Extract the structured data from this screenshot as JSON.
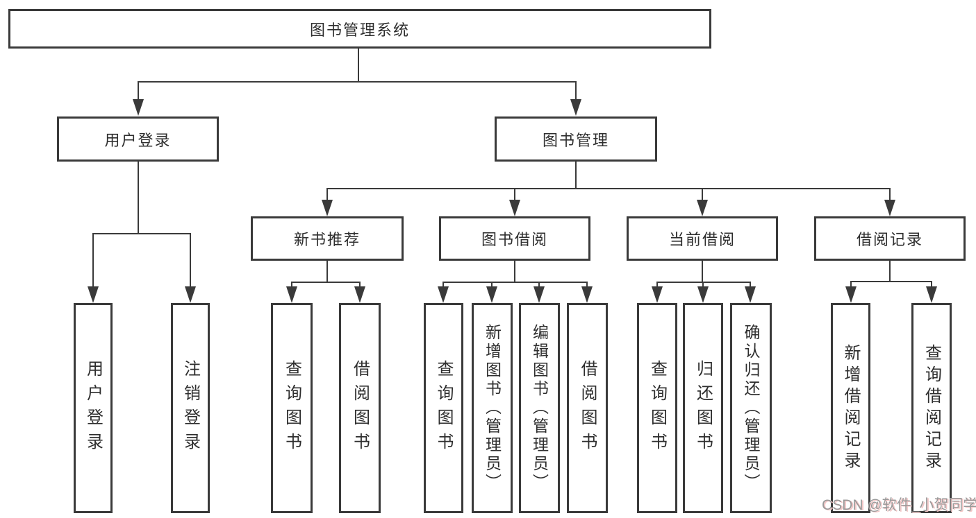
{
  "tree": {
    "root": "图书管理系统",
    "branches": [
      {
        "label": "用户登录",
        "children": [
          "用户登录",
          "注销登录"
        ]
      },
      {
        "label": "图书管理",
        "groups": [
          {
            "label": "新书推荐",
            "children": [
              "查询图书",
              "借阅图书"
            ]
          },
          {
            "label": "图书借阅",
            "children": [
              "查询图书",
              "新增图书（管理员）",
              "编辑图书（管理员）",
              "借阅图书"
            ]
          },
          {
            "label": "当前借阅",
            "children": [
              "查询图书",
              "归还图书",
              "确认归还（管理员）"
            ]
          },
          {
            "label": "借阅记录",
            "children": [
              "新增借阅记录",
              "查询借阅记录"
            ]
          }
        ]
      }
    ]
  },
  "watermark": "CSDN @软件_小贺同学",
  "colors": {
    "line": "#3a3a3a",
    "text": "#2e2e2e",
    "background": "#ffffff",
    "watermark": "#9a9a9a"
  }
}
